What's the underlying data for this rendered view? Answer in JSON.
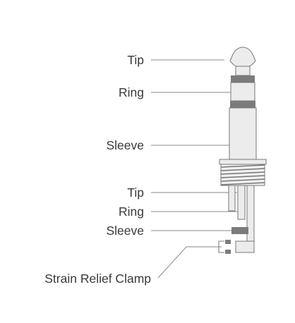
{
  "diagram": {
    "plug_labels": {
      "tip": "Tip",
      "ring": "Ring",
      "sleeve": "Sleeve"
    },
    "terminal_labels": {
      "tip": "Tip",
      "ring": "Ring",
      "sleeve": "Sleeve"
    },
    "clamp_label": "Strain Relief Clamp",
    "colors": {
      "body_fill": "#ececec",
      "outline": "#777777",
      "dark_band": "#7b7b7b",
      "leader_line": "#8a8a8a",
      "text": "#3a3a3a"
    }
  }
}
